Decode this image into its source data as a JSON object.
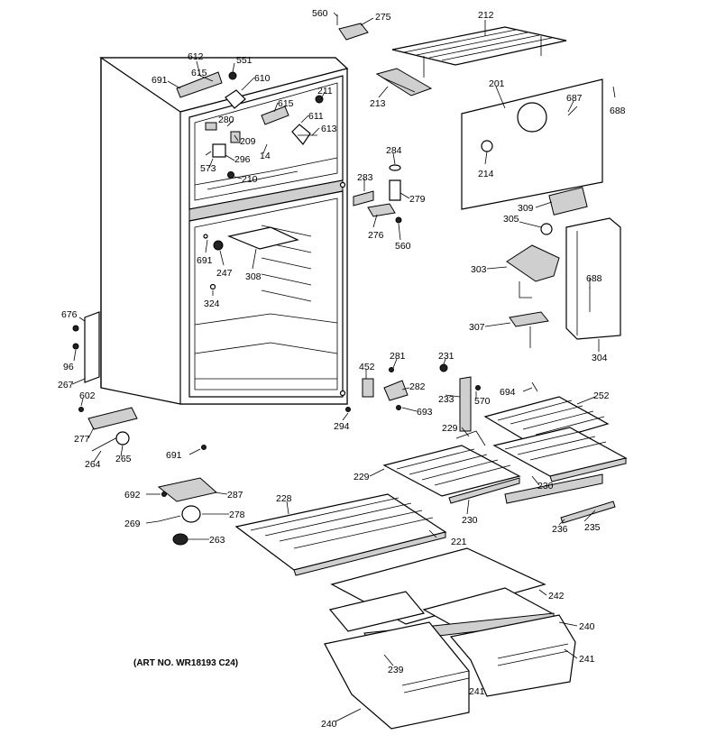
{
  "caption": "(ART NO. WR18193 C24)",
  "callouts": [
    {
      "id": "c560a",
      "text": "560"
    },
    {
      "id": "c275",
      "text": "275"
    },
    {
      "id": "c212",
      "text": "212"
    },
    {
      "id": "c612",
      "text": "612"
    },
    {
      "id": "c551",
      "text": "551"
    },
    {
      "id": "c691a",
      "text": "691"
    },
    {
      "id": "c615a",
      "text": "615"
    },
    {
      "id": "c610",
      "text": "610"
    },
    {
      "id": "c213",
      "text": "213"
    },
    {
      "id": "c201",
      "text": "201"
    },
    {
      "id": "c687",
      "text": "687"
    },
    {
      "id": "c688a",
      "text": "688"
    },
    {
      "id": "c211",
      "text": "211"
    },
    {
      "id": "c615b",
      "text": "615"
    },
    {
      "id": "c611",
      "text": "611"
    },
    {
      "id": "c280",
      "text": "280"
    },
    {
      "id": "c613",
      "text": "613"
    },
    {
      "id": "c209",
      "text": "209"
    },
    {
      "id": "c296",
      "text": "296"
    },
    {
      "id": "c14",
      "text": "14"
    },
    {
      "id": "c573",
      "text": "573"
    },
    {
      "id": "c210",
      "text": "210"
    },
    {
      "id": "c284",
      "text": "284"
    },
    {
      "id": "c214",
      "text": "214"
    },
    {
      "id": "c283",
      "text": "283"
    },
    {
      "id": "c279",
      "text": "279"
    },
    {
      "id": "c276",
      "text": "276"
    },
    {
      "id": "c560b",
      "text": "560"
    },
    {
      "id": "c309",
      "text": "309"
    },
    {
      "id": "c305",
      "text": "305"
    },
    {
      "id": "c691b",
      "text": "691"
    },
    {
      "id": "c247",
      "text": "247"
    },
    {
      "id": "c308",
      "text": "308"
    },
    {
      "id": "c324",
      "text": "324"
    },
    {
      "id": "c303",
      "text": "303"
    },
    {
      "id": "c688b",
      "text": "688"
    },
    {
      "id": "c307",
      "text": "307"
    },
    {
      "id": "c304",
      "text": "304"
    },
    {
      "id": "c676",
      "text": "676"
    },
    {
      "id": "c96",
      "text": "96"
    },
    {
      "id": "c267",
      "text": "267"
    },
    {
      "id": "c602",
      "text": "602"
    },
    {
      "id": "c452",
      "text": "452"
    },
    {
      "id": "c281",
      "text": "281"
    },
    {
      "id": "c231",
      "text": "231"
    },
    {
      "id": "c282",
      "text": "282"
    },
    {
      "id": "c694",
      "text": "694"
    },
    {
      "id": "c233",
      "text": "233"
    },
    {
      "id": "c570",
      "text": "570"
    },
    {
      "id": "c252",
      "text": "252"
    },
    {
      "id": "c693",
      "text": "693"
    },
    {
      "id": "c294",
      "text": "294"
    },
    {
      "id": "c277",
      "text": "277"
    },
    {
      "id": "c229a",
      "text": "229"
    },
    {
      "id": "c264",
      "text": "264"
    },
    {
      "id": "c265",
      "text": "265"
    },
    {
      "id": "c691c",
      "text": "691"
    },
    {
      "id": "c229b",
      "text": "229"
    },
    {
      "id": "c230a",
      "text": "230"
    },
    {
      "id": "c692",
      "text": "692"
    },
    {
      "id": "c287",
      "text": "287"
    },
    {
      "id": "c228",
      "text": "228"
    },
    {
      "id": "c230b",
      "text": "230"
    },
    {
      "id": "c269",
      "text": "269"
    },
    {
      "id": "c278",
      "text": "278"
    },
    {
      "id": "c236",
      "text": "236"
    },
    {
      "id": "c235",
      "text": "235"
    },
    {
      "id": "c263",
      "text": "263"
    },
    {
      "id": "c221",
      "text": "221"
    },
    {
      "id": "c242",
      "text": "242"
    },
    {
      "id": "c240a",
      "text": "240"
    },
    {
      "id": "c241a",
      "text": "241"
    },
    {
      "id": "c239",
      "text": "239"
    },
    {
      "id": "c241b",
      "text": "241"
    },
    {
      "id": "c240b",
      "text": "240"
    }
  ]
}
